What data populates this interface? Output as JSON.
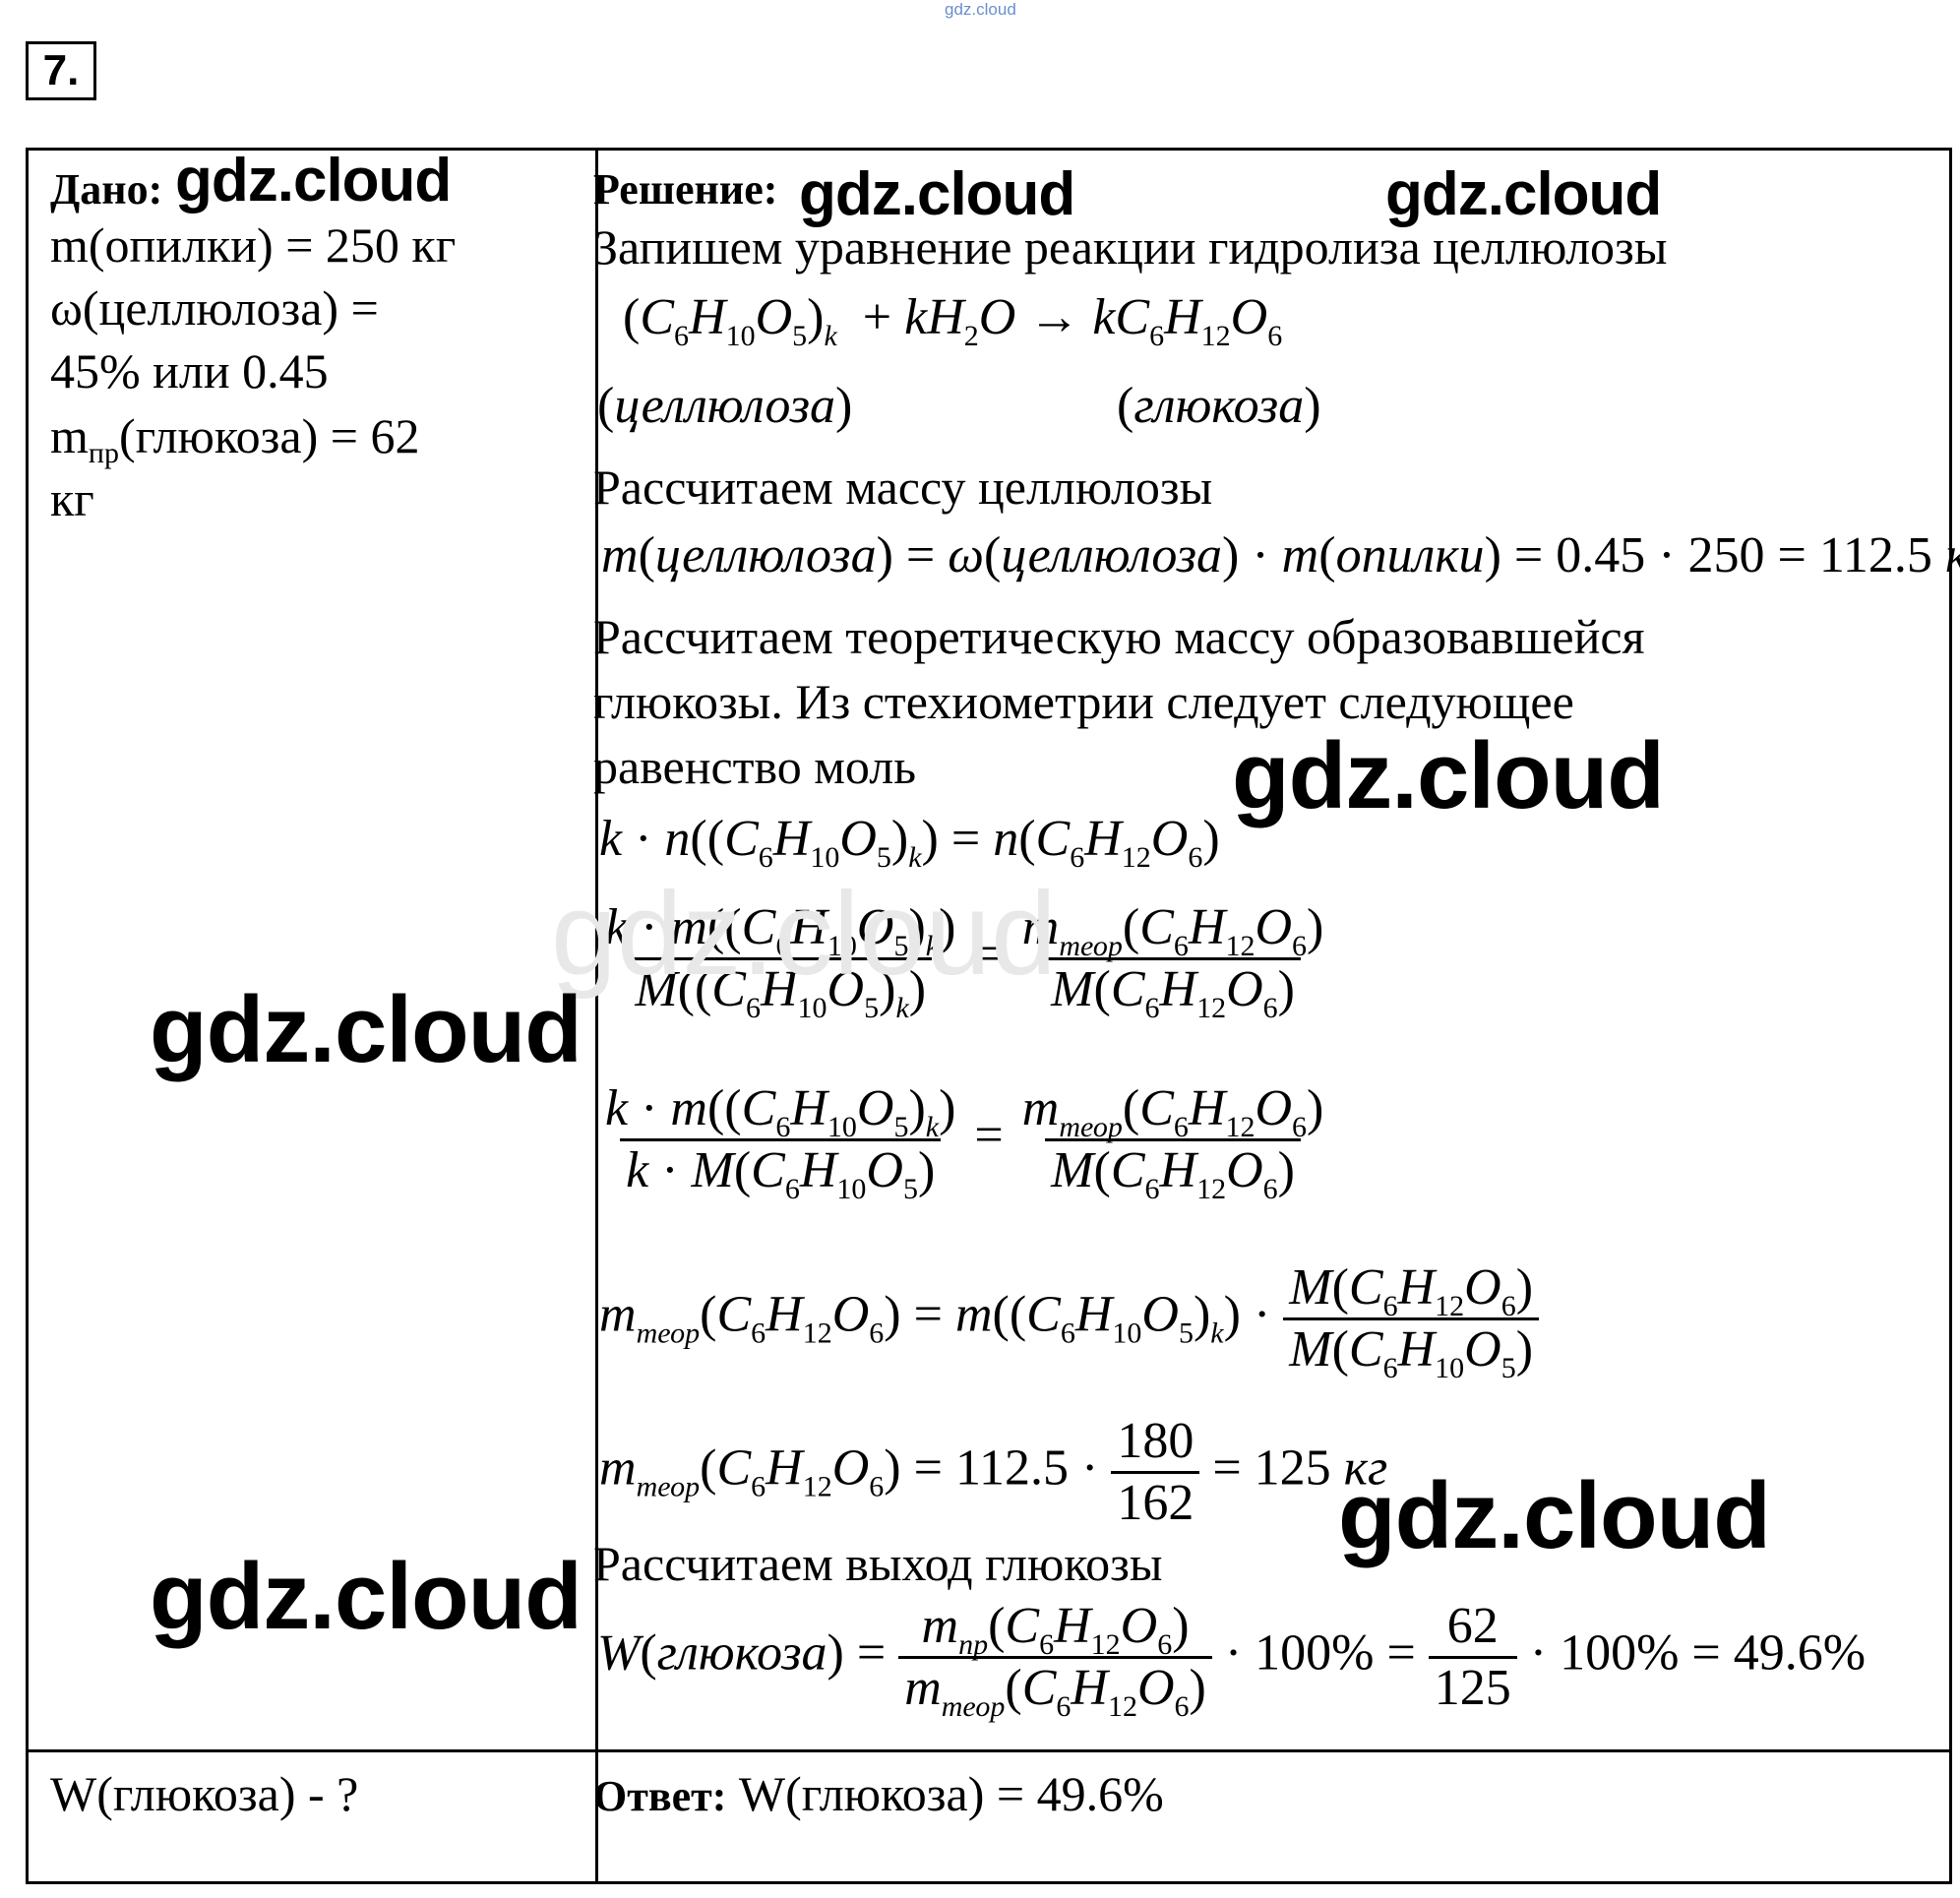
{
  "watermark_top": "gdz.cloud",
  "task_number": "7.",
  "watermark": "gdz.cloud",
  "given": {
    "header": "Дано:",
    "lines": [
      "m(опилки) = 250 кг",
      "ω(целлюлоза) =",
      "45% или 0.45",
      "= 62",
      "кг"
    ],
    "m_pr_prefix": "m",
    "m_pr_sub": "пр",
    "m_pr_rest": "(глюкоза)",
    "find": "W(глюкоза) - ?"
  },
  "solution": {
    "header": "Решение:",
    "intro": "Запишем уравнение реакции гидролиза целлюлозы",
    "label_cellulose": "целлюлоза",
    "label_glucose": "глюкоза",
    "calc_mass": "Рассчитаем массу целлюлозы",
    "mass_result": "= 0.45 · 250 = 112.5",
    "unit_kg": "кг",
    "theor_line1": "Рассчитаем теоретическую массу образовавшейся",
    "theor_line2": "глюкозы. Из стехиометрии следует следующее",
    "theor_line3": "равенство моль",
    "m_theor_calc": "= 112.5 ·",
    "num180": "180",
    "den162": "162",
    "equals125": "= 125",
    "calc_yield": "Рассчитаем выход глюкозы",
    "yield_pct": "· 100% =",
    "num62": "62",
    "den125": "125",
    "yield_result": "· 100% = 49.6%"
  },
  "answer": {
    "label": "Ответ:",
    "text": "W(глюкоза) = 49.6%"
  }
}
